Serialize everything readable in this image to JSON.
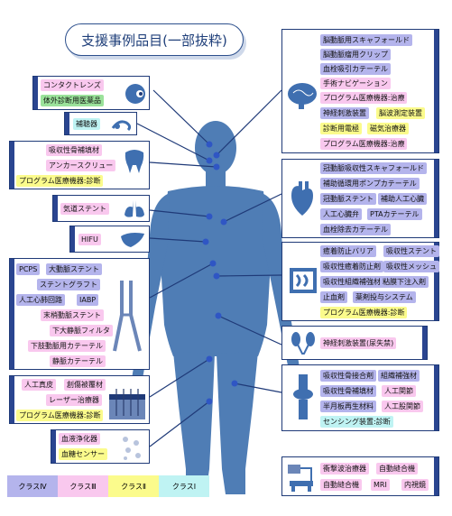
{
  "title": "支援事例品目(一部抜粋)",
  "groups": {
    "eye": [
      "コンタクトレンズ",
      "体外診断用医薬品"
    ],
    "ear": [
      "補聴器"
    ],
    "tooth": [
      "吸収性骨補填材",
      "アンカースクリュー",
      "プログラム医療機器:診断"
    ],
    "lung": [
      "気道ステント"
    ],
    "liver": [
      "HIFU"
    ],
    "vessel": [
      "PCPS",
      "大動脈ステント",
      "ステントグラフト",
      "人工心肺回路",
      "IABP",
      "末梢動脈ステント",
      "下大静脈フィルタ",
      "下肢動脈用カテーテル",
      "静脈カテーテル"
    ],
    "skin": [
      "人工真皮",
      "創傷被覆材",
      "レーザー治療器",
      "プログラム医療機器:診断"
    ],
    "blood": [
      "血液浄化器",
      "血糖センサー"
    ],
    "brain": [
      "脳動脈用スキャフォールド",
      "脳動脈瘤用クリップ",
      "血栓吸引カテーテル",
      "手術ナビゲーション",
      "プログラム医療機器:治療",
      "神経刺激装置",
      "脳波測定装置",
      "診断用電極",
      "磁気治療器",
      "プログラム医療機器:治療"
    ],
    "heart": [
      "冠動脈吸収性スキャフォールド",
      "補助循環用ポンプカテーテル",
      "冠動脈ステント",
      "補助人工心臓",
      "人工心臓弁",
      "PTAカテーテル",
      "血栓除去カテーテル"
    ],
    "intestine": [
      "癒着防止バリア",
      "吸収性ステント",
      "吸収性癒着防止剤",
      "吸収性メッシュ",
      "吸収性組織補強材",
      "粘膜下注入剤",
      "止血剤",
      "薬剤投与システム",
      "プログラム医療機器:診断"
    ],
    "kidney": [
      "神経刺激装置(尿失禁)"
    ],
    "knee": [
      "吸収性骨接合剤",
      "組織補強材",
      "吸収性骨補填材",
      "人工関節",
      "半月板再生材料",
      "人工股関節",
      "センシング装置:診断"
    ],
    "machine": [
      "衝撃波治療器",
      "自動縫合機",
      "自動縫合機",
      "MRI",
      "内視鏡"
    ]
  },
  "legend": [
    "クラスⅣ",
    "クラスⅢ",
    "クラスⅡ",
    "クラスⅠ"
  ],
  "colors": {
    "class4": "#b4b4ec",
    "class3": "#f9c8ee",
    "class2": "#fbfb8c",
    "class1": "#bff3f3",
    "body": "#4a78b0",
    "frame": "#1f3a78"
  }
}
